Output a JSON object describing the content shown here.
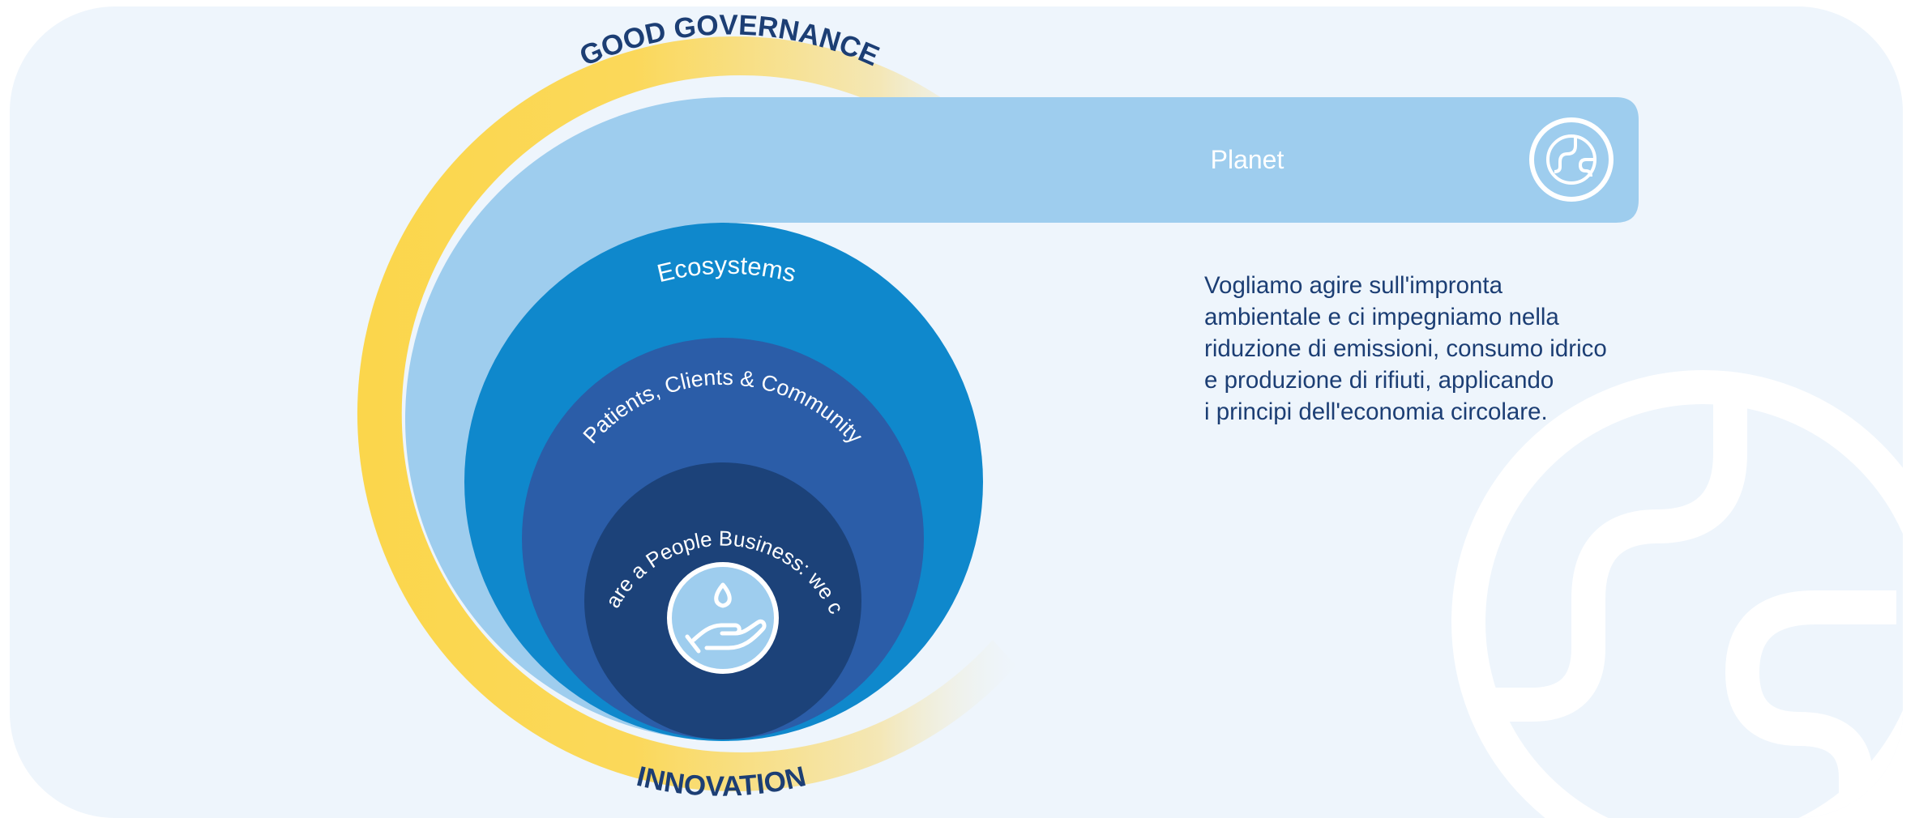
{
  "colors": {
    "panel_bg": "#eef5fc",
    "ring_yellow": "#fbd64d",
    "planet": "#9ecdee",
    "ecosystems": "#0f88cc",
    "community": "#2b5da8",
    "core": "#1c4279",
    "label_dark": "#1c3e74",
    "label_light": "#ffffff"
  },
  "rings": {
    "top_label": "GOOD GOVERNANCE",
    "bottom_label": "INNOVATION"
  },
  "layers": {
    "planet": "Planet",
    "ecosystems": "Ecosystems",
    "community": "Patients, Clients & Community",
    "core": "We are a People Business: we care"
  },
  "icons": {
    "planet": "globe-icon",
    "core": "hand-care-icon",
    "background": "globe-watermark-icon"
  },
  "description": {
    "lines": [
      "Vogliamo agire sull'impronta",
      "ambientale e ci impegniamo nella",
      "riduzione di emissioni, consumo idrico",
      "e produzione di rifiuti, applicando",
      "i principi dell'economia circolare."
    ]
  }
}
